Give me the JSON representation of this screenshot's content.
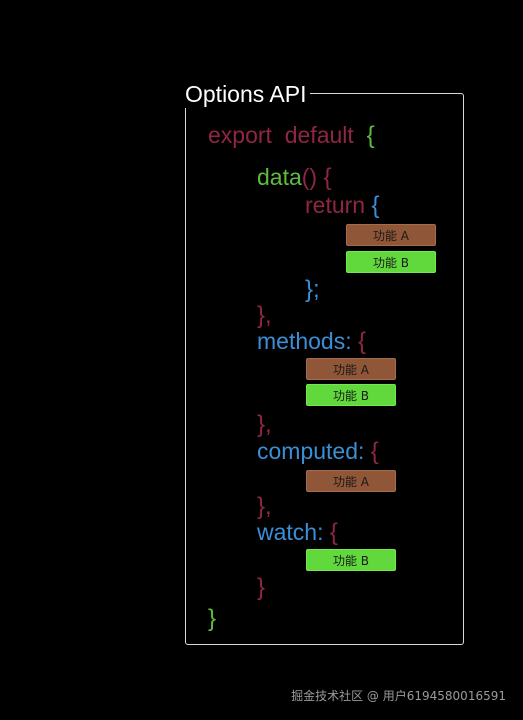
{
  "title": "Options API",
  "code": {
    "export_kw": "export",
    "default_kw": "default",
    "open_brace": "{",
    "close_brace": "}",
    "data_name": "data",
    "data_parens": "()",
    "return_kw": "return",
    "return_close": "};",
    "block_close_comma": "},",
    "methods_key": "methods",
    "computed_key": "computed",
    "watch_key": "watch",
    "colon": ":"
  },
  "blocks": {
    "data": [
      "功能 A",
      "功能 B"
    ],
    "methods": [
      "功能 A",
      "功能 B"
    ],
    "computed": [
      "功能 A"
    ],
    "watch": [
      "功能 B"
    ]
  },
  "colors": {
    "keyword": "#8f2742",
    "green": "#5ebd3f",
    "blue": "#3a8fd6",
    "feature_a": "#8f5637",
    "feature_b": "#61d93c"
  },
  "watermark": "掘金技术社区 @ 用户6194580016591"
}
